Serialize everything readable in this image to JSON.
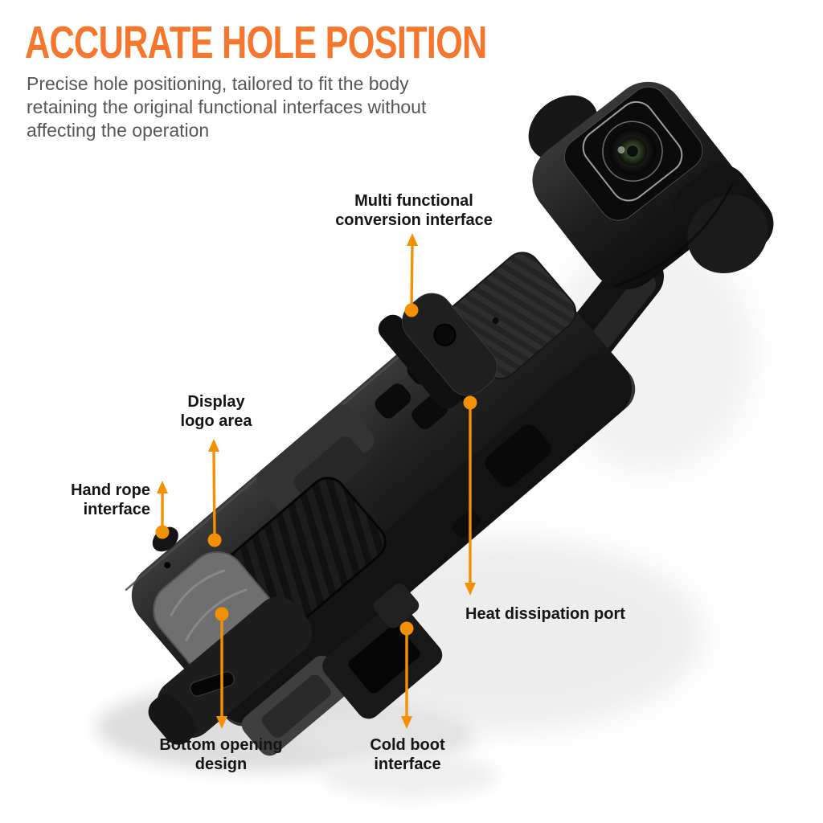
{
  "header": {
    "title": "ACCURATE HOLE POSITION",
    "subtitle": "Precise hole positioning, tailored to fit the body\nretaining the original functional interfaces without\naffecting the operation"
  },
  "colors": {
    "background": "#ffffff",
    "title_orange": "#f5762c",
    "arrow_orange": "#f39104",
    "label_text": "#151515",
    "subtitle_gray": "#565656"
  },
  "product": {
    "photo_alt": "Black pocket gimbal camera fitted in a protective frame case"
  },
  "callouts": [
    {
      "id": "multi-functional-conversion-interface",
      "label": "Multi functional\nconversion interface"
    },
    {
      "id": "display-logo-area",
      "label": "Display\nlogo area"
    },
    {
      "id": "hand-rope-interface",
      "label": "Hand rope\ninterface"
    },
    {
      "id": "heat-dissipation-port",
      "label": "Heat dissipation port"
    },
    {
      "id": "bottom-opening-design",
      "label": "Bottom opening\ndesign"
    },
    {
      "id": "cold-boot-interface",
      "label": "Cold boot\ninterface"
    }
  ]
}
